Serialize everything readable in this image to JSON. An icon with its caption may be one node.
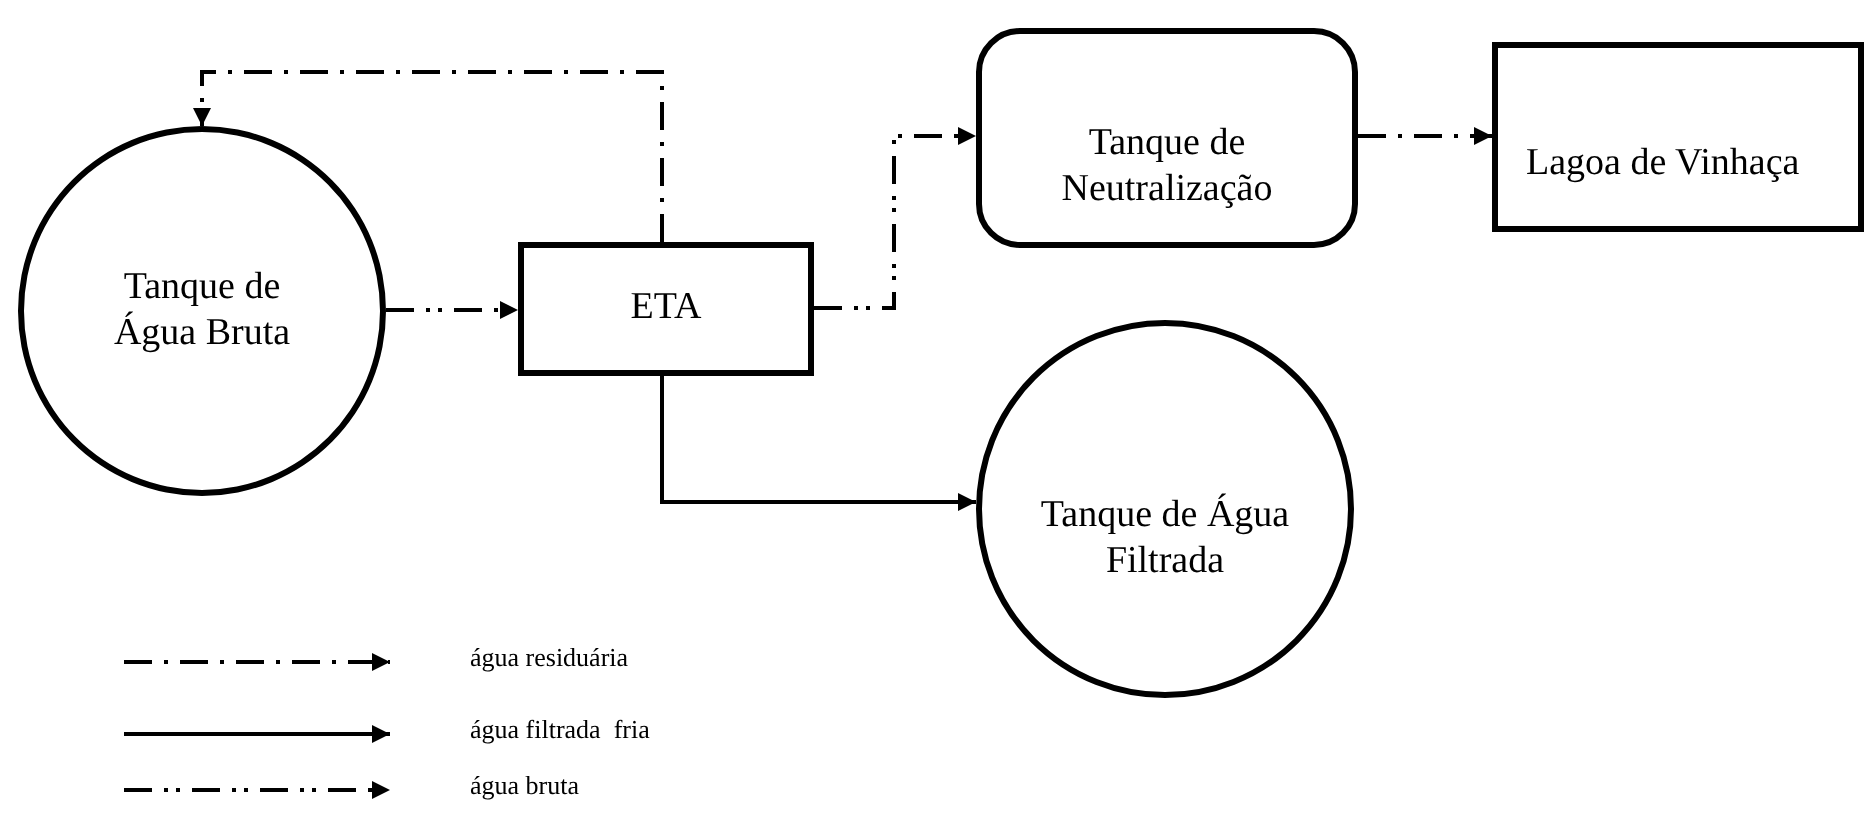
{
  "diagram": {
    "nodes": [
      {
        "text": [
          "Tanque de Água Bruta"
        ]
      },
      {
        "text": [
          "ETA"
        ]
      },
      {
        "text": [
          "Tanque de Neutralização"
        ]
      },
      {
        "text": [
          "Lagoa de Vinhaça"
        ]
      },
      {
        "text": [
          "Tanque de Água Filtrada"
        ]
      }
    ],
    "edges": [
      {
        "from": 0,
        "to": 1,
        "arrow": "to",
        "style": "dashed"
      },
      {
        "from": 1,
        "to": 0,
        "arrow": "to",
        "style": "dashed"
      },
      {
        "from": 1,
        "to": 2,
        "arrow": "to",
        "style": "dashed"
      },
      {
        "from": 2,
        "to": 3,
        "arrow": "to",
        "style": "dashed"
      },
      {
        "from": 1,
        "to": 4,
        "arrow": "to"
      }
    ],
    "legend": [
      {
        "text": "água residuária"
      },
      {
        "text": "água filtrada  fria"
      },
      {
        "text": "água bruta"
      }
    ]
  }
}
